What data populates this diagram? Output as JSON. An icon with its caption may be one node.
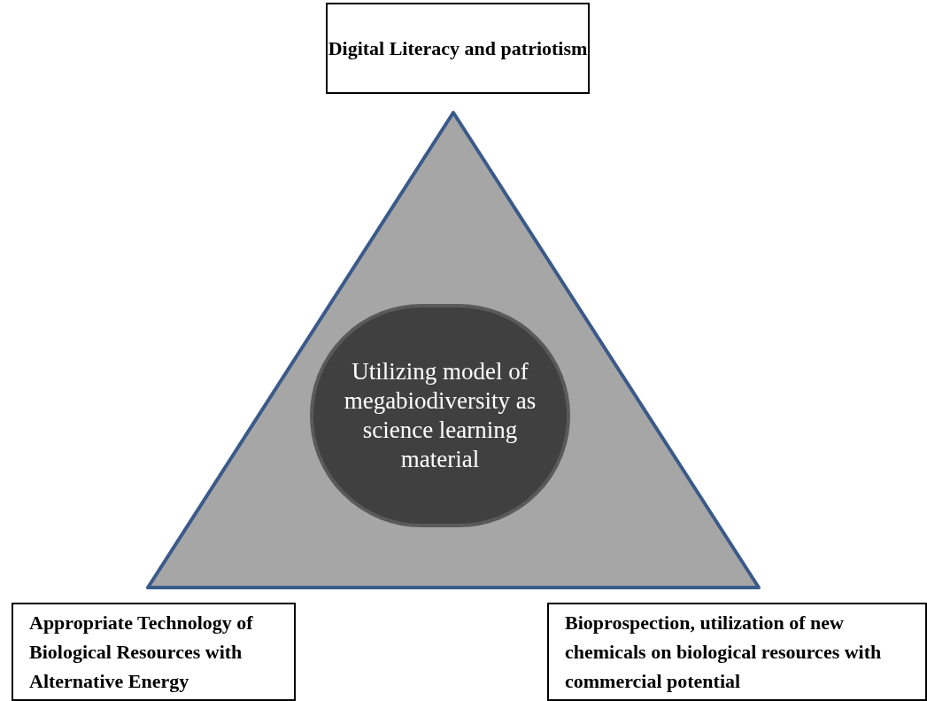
{
  "diagram": {
    "nodes": [
      {
        "text": [
          "Digital Literacy and patriotism"
        ]
      },
      {
        "text": [],
        "shape": "triangle"
      },
      {
        "text": [
          "Utilizing model of megabiodiversity as science learning material"
        ],
        "in": 1
      },
      {
        "text": [
          "Appropriate Technology of Biological Resources with Alternative Energy"
        ]
      },
      {
        "text": [
          "Bioprospection, utilization of new chemicals on biological resources with commercial potential"
        ]
      }
    ]
  }
}
